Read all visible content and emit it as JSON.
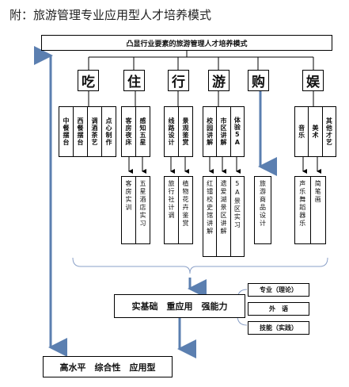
{
  "title": "附：旅游管理专业应用型人才培养模式",
  "banner": "凸显行业要素的旅游管理人才培养模式",
  "categories": [
    "吃",
    "住",
    "行",
    "游",
    "购",
    "娱"
  ],
  "subitems": {
    "eat": [
      "中餐摆台",
      "西餐摆台",
      "调酒茶艺",
      "点心制作"
    ],
    "stay": [
      "客房夜床",
      "感知五星"
    ],
    "travel": [
      "线路设计",
      "景观鉴赏"
    ],
    "tour": [
      "校园讲解",
      "市区讲解",
      "体验5A"
    ],
    "ent": [
      "音乐",
      "美术",
      "其他才艺"
    ]
  },
  "practice": {
    "stay": [
      "客房实训",
      "五星酒店实习"
    ],
    "travel": [
      "旅行社计调",
      "植物花卉鉴赏"
    ],
    "tour": [
      "红镭校史馆讲解",
      "遗爱湖景区讲解",
      "5A景区实习"
    ],
    "shop": [
      "旅游商品设计"
    ],
    "ent": [
      "声乐舞蹈器乐",
      "简笔画"
    ]
  },
  "core": "实基础　重应用　强能力",
  "side": [
    "专业（理论）",
    "外　语",
    "技能（实践）"
  ],
  "bottom": "高水平　综合性　应用型"
}
